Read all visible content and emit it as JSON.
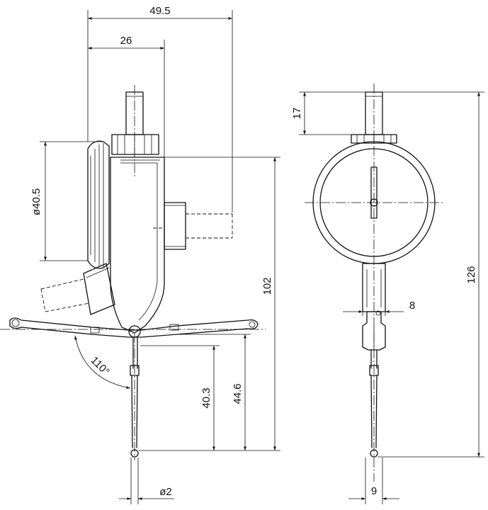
{
  "dimensions": {
    "overall_width": "49.5",
    "body_width": "26",
    "dial_diameter": "ø40.5",
    "height_to_top": "102",
    "stylus_to_pivot": "40.3",
    "stylus_length": "44.6",
    "swivel_angle": "110°",
    "ball_diameter": "ø2",
    "stem_height": "17",
    "clamp_width": "8",
    "total_height": "126",
    "stylus_width": "9"
  }
}
